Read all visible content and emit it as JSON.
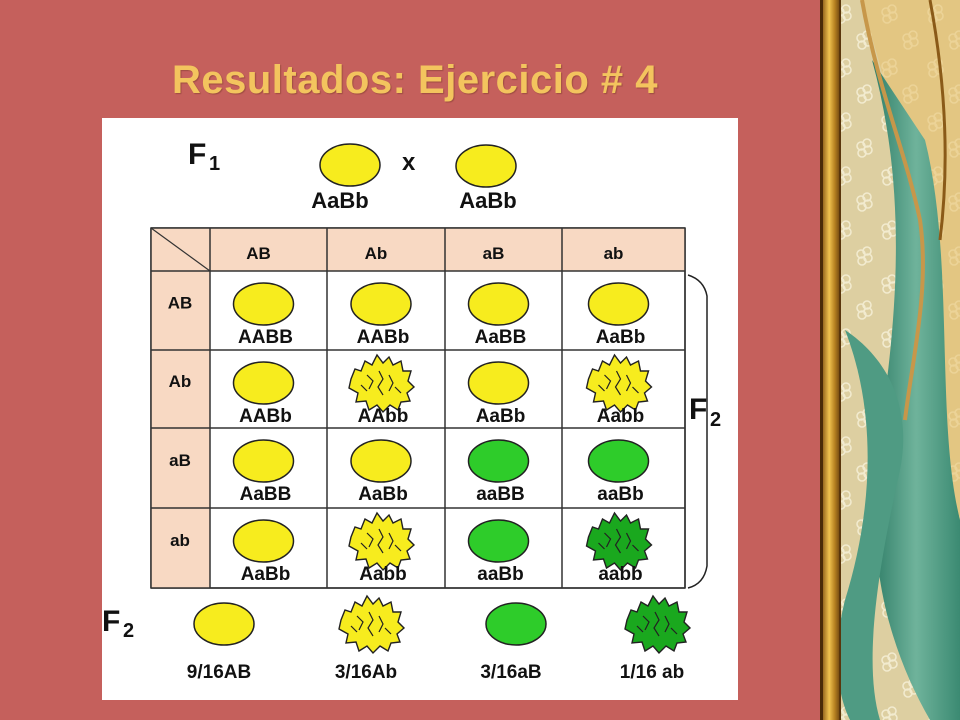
{
  "slide": {
    "title": "Resultados: Ejercicio # 4",
    "colors": {
      "background": "#c5605c",
      "title": "#f3c45e",
      "header_fill": "#f8d9c3",
      "yellow": "#f7ec1e",
      "green": "#2ecc2a",
      "dark_green": "#1aa81e"
    }
  },
  "parents": {
    "generation_label_letter": "F",
    "generation_label_number": "1",
    "cross_symbol": "x",
    "left": {
      "genotype": "AaBb",
      "phenotype": "yellow-round"
    },
    "right": {
      "genotype": "AaBb",
      "phenotype": "yellow-round"
    }
  },
  "punnett": {
    "column_gametes": [
      "AB",
      "Ab",
      "aB",
      "ab"
    ],
    "row_gametes": [
      "AB",
      "Ab",
      "aB",
      "ab"
    ],
    "cells": [
      [
        {
          "genotype": "AABB",
          "phenotype": "yellow-round"
        },
        {
          "genotype": "AABb",
          "phenotype": "yellow-round"
        },
        {
          "genotype": "AaBB",
          "phenotype": "yellow-round"
        },
        {
          "genotype": "AaBb",
          "phenotype": "yellow-round"
        }
      ],
      [
        {
          "genotype": "AABb",
          "phenotype": "yellow-round"
        },
        {
          "genotype": "AAbb",
          "phenotype": "yellow-wrinkled"
        },
        {
          "genotype": "AaBb",
          "phenotype": "yellow-round"
        },
        {
          "genotype": "Aabb",
          "phenotype": "yellow-wrinkled"
        }
      ],
      [
        {
          "genotype": "AaBB",
          "phenotype": "yellow-round"
        },
        {
          "genotype": "AaBb",
          "phenotype": "yellow-round"
        },
        {
          "genotype": "aaBB",
          "phenotype": "green-round"
        },
        {
          "genotype": "aaBb",
          "phenotype": "green-round"
        }
      ],
      [
        {
          "genotype": "AaBb",
          "phenotype": "yellow-round"
        },
        {
          "genotype": "Aabb",
          "phenotype": "yellow-wrinkled"
        },
        {
          "genotype": "aaBb",
          "phenotype": "green-round"
        },
        {
          "genotype": "aabb",
          "phenotype": "green-wrinkled"
        }
      ]
    ],
    "bracket_label_letter": "F",
    "bracket_label_number": "2"
  },
  "ratios": {
    "label_letter": "F",
    "label_number": "2",
    "items": [
      {
        "text": "9/16AB",
        "phenotype": "yellow-round"
      },
      {
        "text": "3/16Ab",
        "phenotype": "yellow-wrinkled"
      },
      {
        "text": "3/16aB",
        "phenotype": "green-round"
      },
      {
        "text": "1/16 ab",
        "phenotype": "green-wrinkled"
      }
    ]
  }
}
